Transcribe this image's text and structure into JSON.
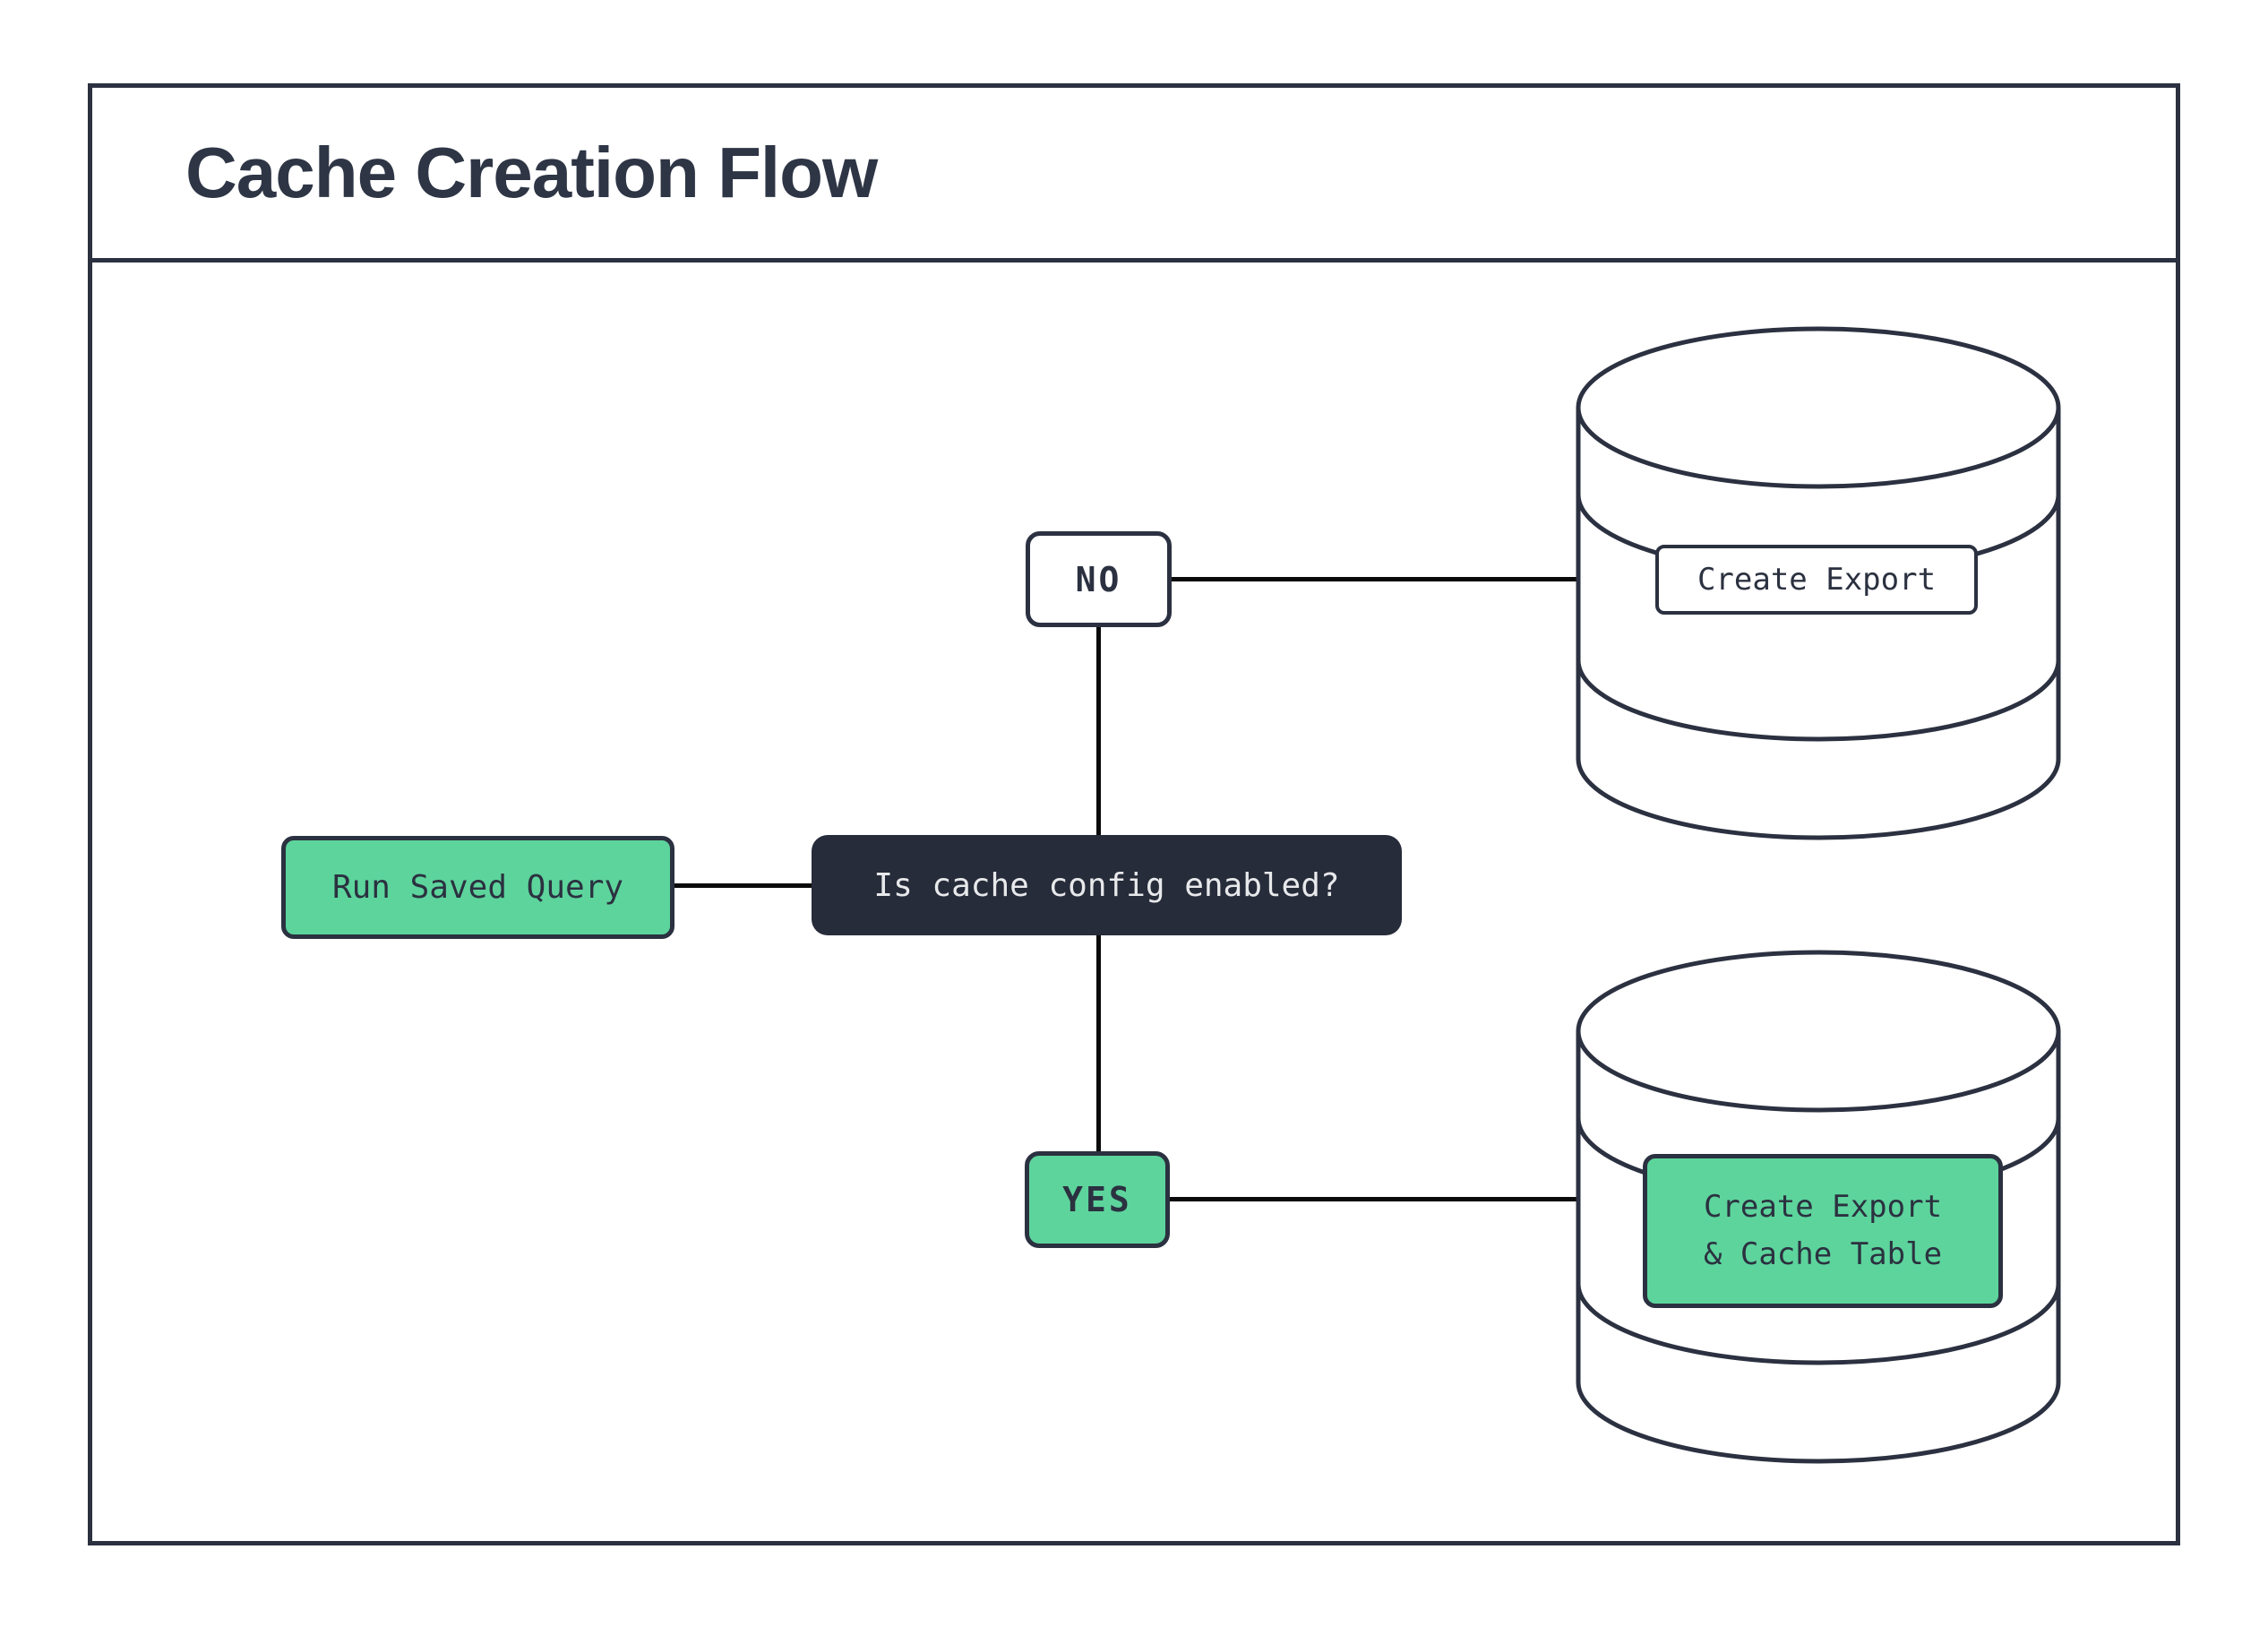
{
  "title": "Cache Creation Flow",
  "nodes": {
    "start": {
      "label": "Run Saved Query"
    },
    "decision": {
      "label": "Is cache config enabled?"
    },
    "branch_no": {
      "label": "NO"
    },
    "branch_yes": {
      "label": "YES"
    },
    "outcome_no": {
      "label": "Create Export"
    },
    "outcome_yes": {
      "label": "Create Export\n& Cache Table"
    }
  },
  "edges": [
    {
      "from": "start",
      "to": "decision"
    },
    {
      "from": "decision",
      "to": "branch_no"
    },
    {
      "from": "branch_no",
      "to": "outcome_no"
    },
    {
      "from": "decision",
      "to": "branch_yes"
    },
    {
      "from": "branch_yes",
      "to": "outcome_yes"
    }
  ],
  "icons": {
    "outcome_no": "database-icon",
    "outcome_yes": "database-icon"
  },
  "colors": {
    "accent_green": "#5dd49c",
    "dark_navy": "#272c3a",
    "stroke": "#2b3140",
    "connector": "#0a0a0a",
    "background": "#ffffff"
  }
}
